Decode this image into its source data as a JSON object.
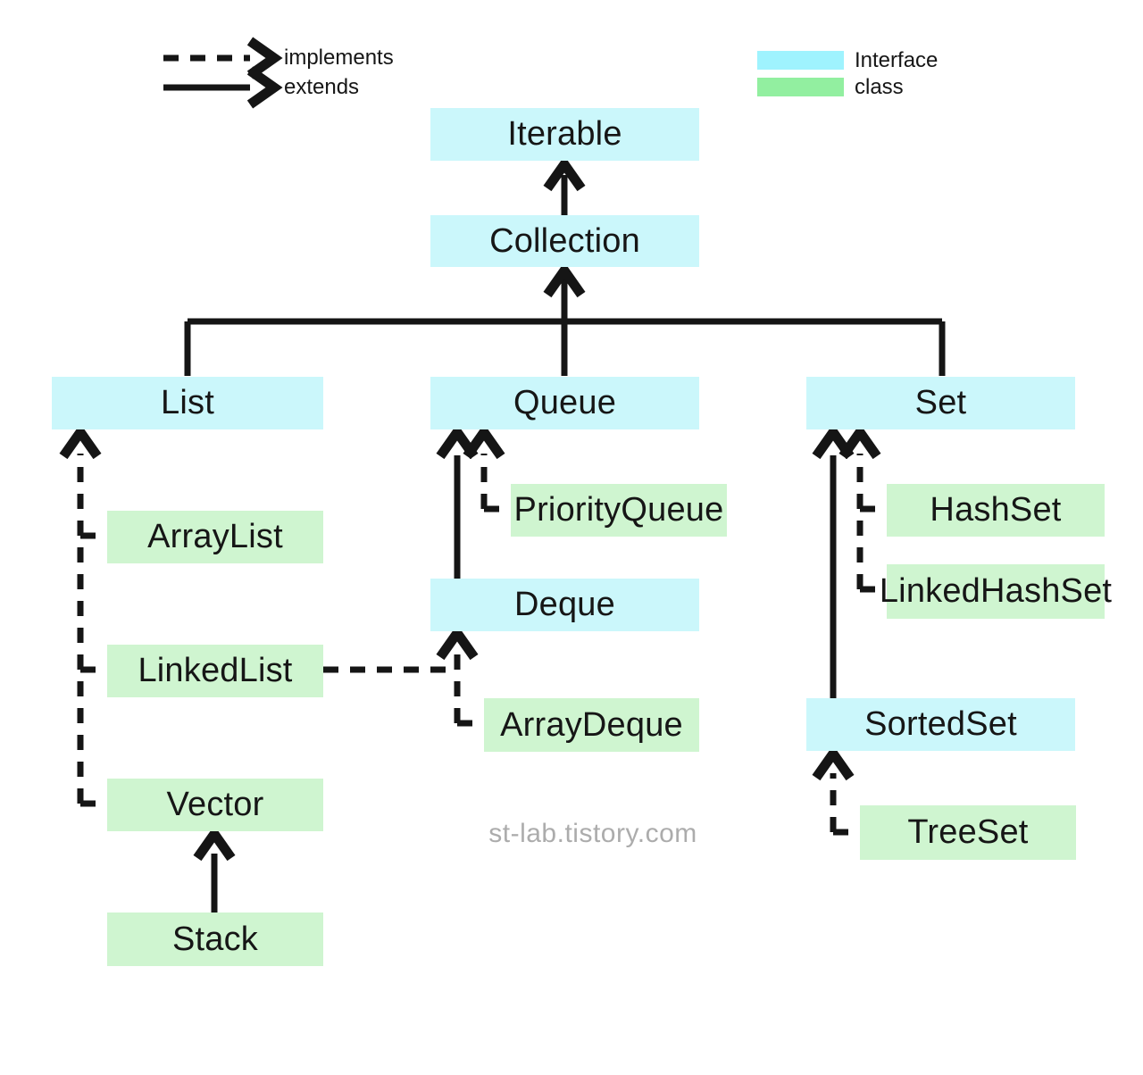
{
  "legend": {
    "implements_label": "implements",
    "extends_label": "extends",
    "interface_label": "Interface",
    "class_label": "class"
  },
  "watermark": "st-lab.tistory.com",
  "colors": {
    "interface_fill": "#CBF7FB",
    "class_fill": "#CFF5D0",
    "legend_interface_swatch": "#9FF3FE",
    "legend_class_swatch": "#92EFA0",
    "line": "#151515",
    "text": "#161616",
    "watermark": "#ACACAC"
  },
  "nodes": [
    {
      "id": "iterable",
      "label": "Iterable",
      "kind": "interface"
    },
    {
      "id": "collection",
      "label": "Collection",
      "kind": "interface"
    },
    {
      "id": "list",
      "label": "List",
      "kind": "interface"
    },
    {
      "id": "queue",
      "label": "Queue",
      "kind": "interface"
    },
    {
      "id": "set",
      "label": "Set",
      "kind": "interface"
    },
    {
      "id": "arraylist",
      "label": "ArrayList",
      "kind": "class"
    },
    {
      "id": "linkedlist",
      "label": "LinkedList",
      "kind": "class"
    },
    {
      "id": "vector",
      "label": "Vector",
      "kind": "class"
    },
    {
      "id": "stack",
      "label": "Stack",
      "kind": "class"
    },
    {
      "id": "priorityqueue",
      "label": "PriorityQueue",
      "kind": "class"
    },
    {
      "id": "deque",
      "label": "Deque",
      "kind": "interface"
    },
    {
      "id": "arraydeque",
      "label": "ArrayDeque",
      "kind": "class"
    },
    {
      "id": "hashset",
      "label": "HashSet",
      "kind": "class"
    },
    {
      "id": "linkedhashset",
      "label": "LinkedHashSet",
      "kind": "class"
    },
    {
      "id": "sortedset",
      "label": "SortedSet",
      "kind": "interface"
    },
    {
      "id": "treeset",
      "label": "TreeSet",
      "kind": "class"
    }
  ],
  "edges": [
    {
      "from": "collection",
      "to": "iterable",
      "relation": "extends"
    },
    {
      "from": "list",
      "to": "collection",
      "relation": "extends"
    },
    {
      "from": "queue",
      "to": "collection",
      "relation": "extends"
    },
    {
      "from": "set",
      "to": "collection",
      "relation": "extends"
    },
    {
      "from": "arraylist",
      "to": "list",
      "relation": "implements"
    },
    {
      "from": "linkedlist",
      "to": "list",
      "relation": "implements"
    },
    {
      "from": "vector",
      "to": "list",
      "relation": "implements"
    },
    {
      "from": "stack",
      "to": "vector",
      "relation": "extends"
    },
    {
      "from": "priorityqueue",
      "to": "queue",
      "relation": "implements"
    },
    {
      "from": "deque",
      "to": "queue",
      "relation": "extends"
    },
    {
      "from": "linkedlist",
      "to": "deque",
      "relation": "implements"
    },
    {
      "from": "arraydeque",
      "to": "deque",
      "relation": "implements"
    },
    {
      "from": "hashset",
      "to": "set",
      "relation": "implements"
    },
    {
      "from": "linkedhashset",
      "to": "set",
      "relation": "implements"
    },
    {
      "from": "sortedset",
      "to": "set",
      "relation": "extends"
    },
    {
      "from": "treeset",
      "to": "sortedset",
      "relation": "implements"
    }
  ]
}
